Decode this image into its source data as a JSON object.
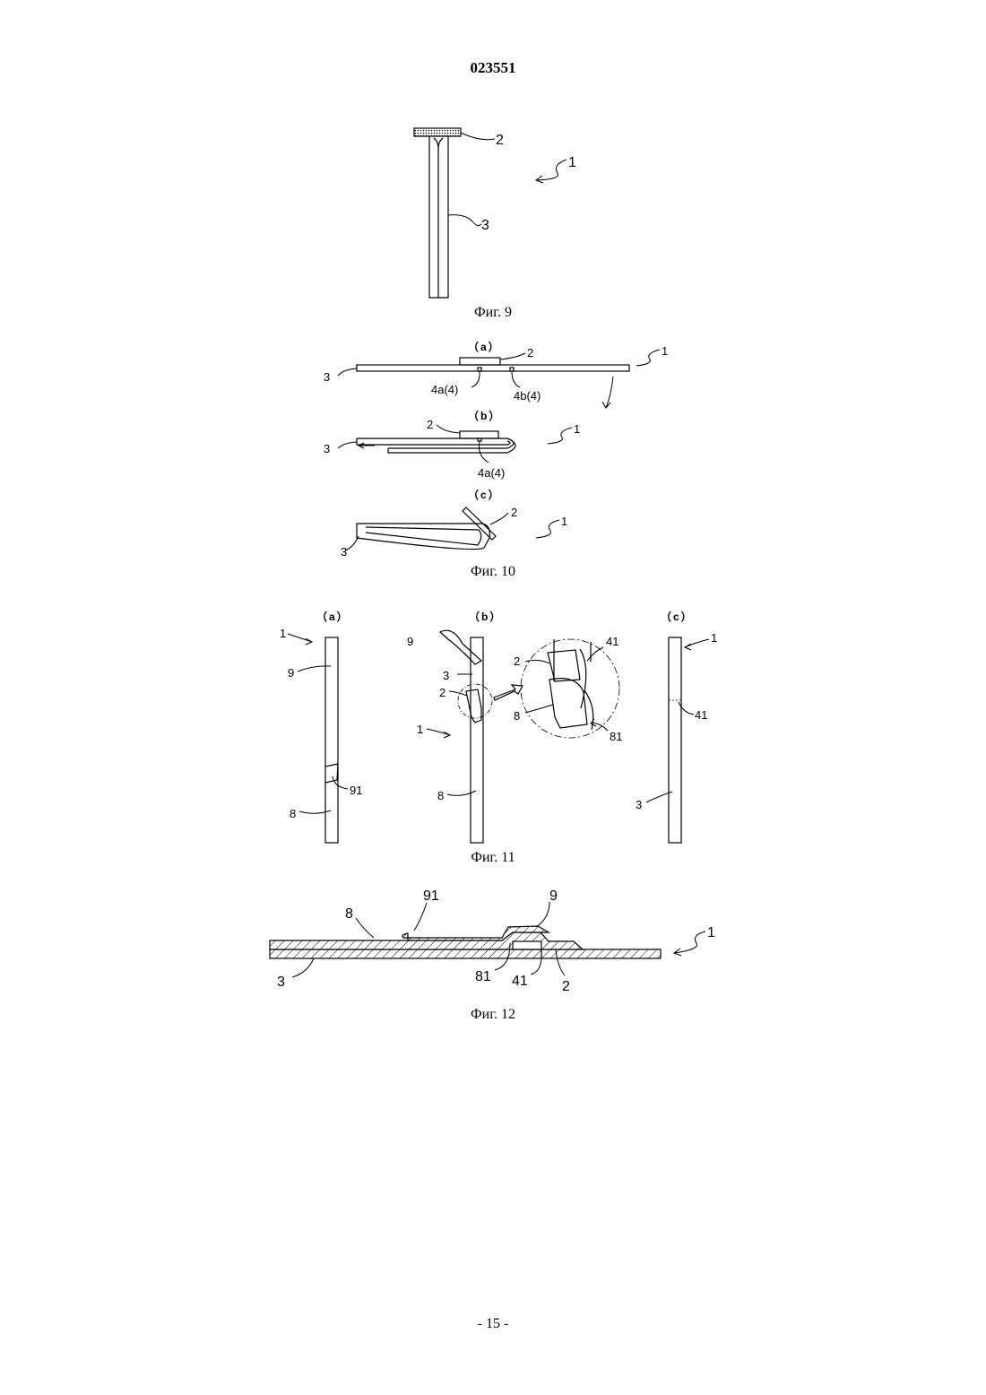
{
  "header": {
    "doc_number": "023551"
  },
  "figures": {
    "fig9": {
      "caption": "Фиг. 9",
      "labels": {
        "top_part": "2",
        "body": "3",
        "assembly": "1"
      }
    },
    "fig10": {
      "caption": "Фиг. 10",
      "a": {
        "sub": "（a）",
        "top_part": "2",
        "body": "3",
        "assembly": "1",
        "fold_a": "4a(4)",
        "fold_b": "4b(4)"
      },
      "b": {
        "sub": "（b）",
        "top_part": "2",
        "body": "3",
        "assembly": "1",
        "fold_a": "4a(4)"
      },
      "c": {
        "sub": "（c）",
        "top_part": "2",
        "body": "3",
        "assembly": "1"
      }
    },
    "fig11": {
      "caption": "Фиг. 11",
      "a": {
        "sub": "（a）",
        "assembly": "1",
        "cover": "9",
        "base": "8",
        "tab": "91"
      },
      "b": {
        "sub": "（b）",
        "cover": "9",
        "body": "3",
        "top_part": "2",
        "assembly": "1",
        "base": "8"
      },
      "detail": {
        "top_part": "2",
        "line": "41",
        "base": "8",
        "edge": "81"
      },
      "c": {
        "sub": "（c）",
        "assembly": "1",
        "line": "41",
        "body": "3"
      }
    },
    "fig12": {
      "caption": "Фиг. 12",
      "labels": {
        "tab": "91",
        "cover": "9",
        "base": "8",
        "assembly": "1",
        "body": "3",
        "edge": "81",
        "line": "41",
        "top_part": "2"
      }
    }
  },
  "footer": {
    "page_number": "- 15 -"
  }
}
